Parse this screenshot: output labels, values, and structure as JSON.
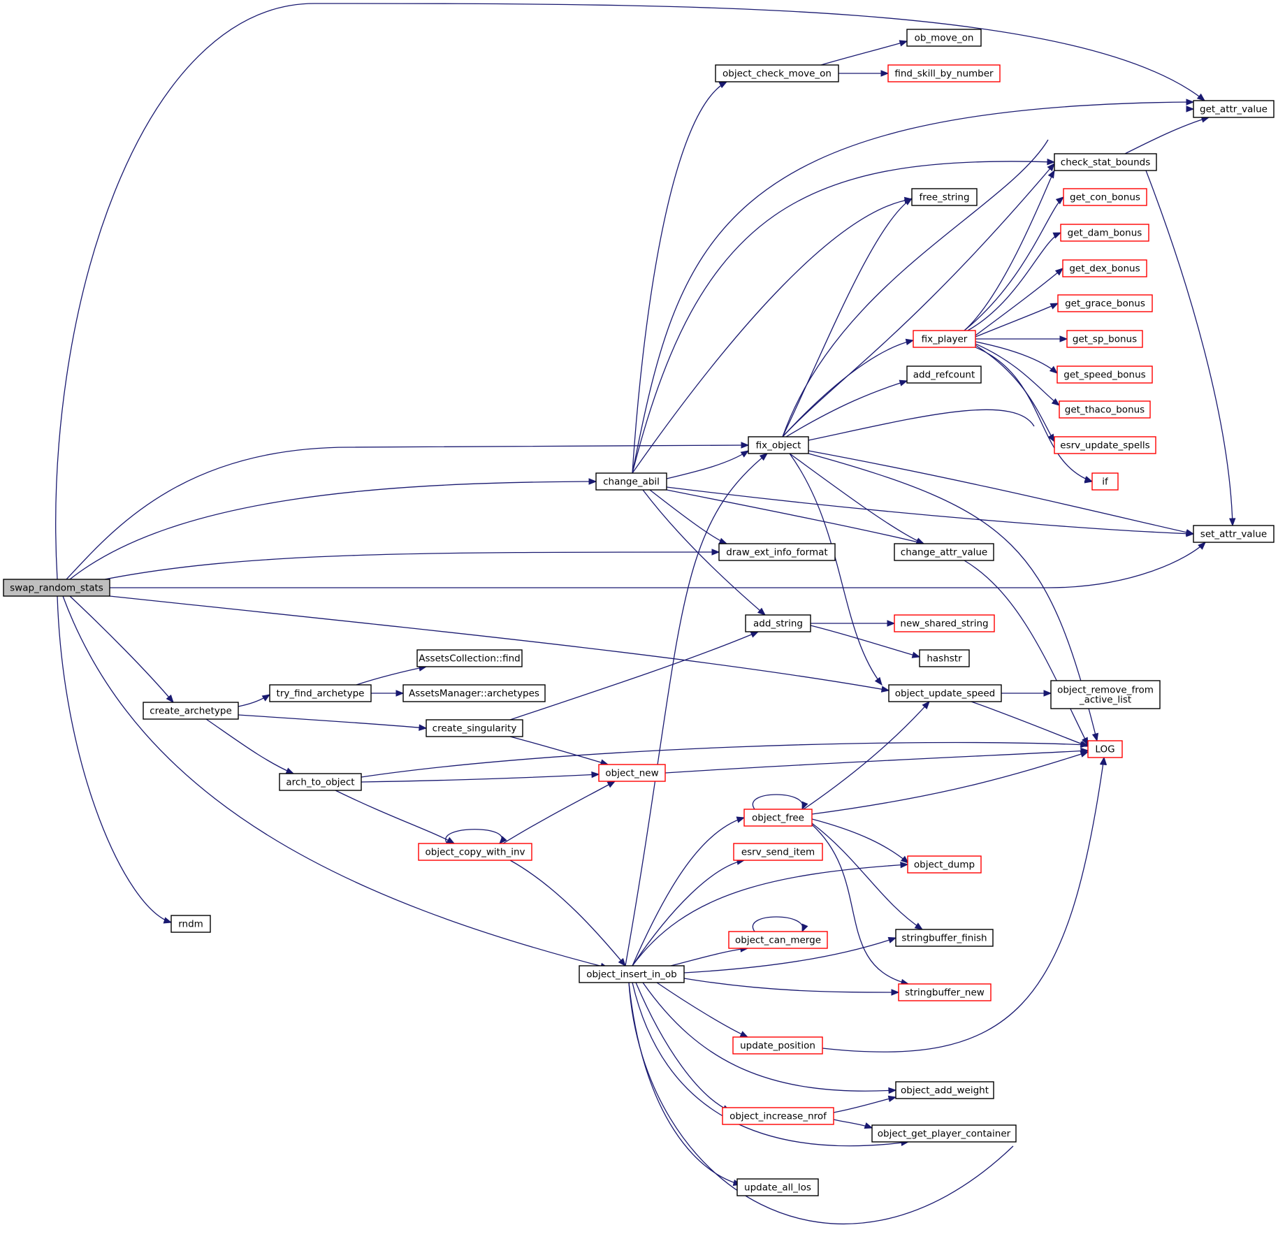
{
  "diagram": {
    "colors": {
      "edge": "#191970",
      "border_default": "#000000",
      "border_truncated": "#ff0000",
      "root_fill": "#bfbfbf"
    },
    "nodes": [
      {
        "id": "swap_random_stats",
        "label": "swap_random_stats",
        "style": "root"
      },
      {
        "id": "get_attr_value",
        "label": "get_attr_value",
        "style": "black"
      },
      {
        "id": "fix_object",
        "label": "fix_object",
        "style": "black"
      },
      {
        "id": "change_abil",
        "label": "change_abil",
        "style": "black"
      },
      {
        "id": "draw_ext_info_format",
        "label": "draw_ext_info_format",
        "style": "black"
      },
      {
        "id": "set_attr_value",
        "label": "set_attr_value",
        "style": "black"
      },
      {
        "id": "object_update_speed",
        "label": "object_update_speed",
        "style": "black"
      },
      {
        "id": "create_archetype",
        "label": "create_archetype",
        "style": "black"
      },
      {
        "id": "object_insert_in_ob",
        "label": "object_insert_in_ob",
        "style": "black"
      },
      {
        "id": "rndm",
        "label": "rndm",
        "style": "black"
      },
      {
        "id": "object_check_move_on",
        "label": "object_check_move_on",
        "style": "black"
      },
      {
        "id": "ob_move_on",
        "label": "ob_move_on",
        "style": "black"
      },
      {
        "id": "find_skill_by_number",
        "label": "find_skill_by_number",
        "style": "red"
      },
      {
        "id": "check_stat_bounds",
        "label": "check_stat_bounds",
        "style": "black"
      },
      {
        "id": "free_string",
        "label": "free_string",
        "style": "black"
      },
      {
        "id": "fix_player",
        "label": "fix_player",
        "style": "red"
      },
      {
        "id": "get_con_bonus",
        "label": "get_con_bonus",
        "style": "red"
      },
      {
        "id": "get_dam_bonus",
        "label": "get_dam_bonus",
        "style": "red"
      },
      {
        "id": "get_dex_bonus",
        "label": "get_dex_bonus",
        "style": "red"
      },
      {
        "id": "get_grace_bonus",
        "label": "get_grace_bonus",
        "style": "red"
      },
      {
        "id": "get_sp_bonus",
        "label": "get_sp_bonus",
        "style": "red"
      },
      {
        "id": "get_speed_bonus",
        "label": "get_speed_bonus",
        "style": "red"
      },
      {
        "id": "get_thaco_bonus",
        "label": "get_thaco_bonus",
        "style": "red"
      },
      {
        "id": "esrv_update_spells",
        "label": "esrv_update_spells",
        "style": "red"
      },
      {
        "id": "if",
        "label": "if",
        "style": "red"
      },
      {
        "id": "add_refcount",
        "label": "add_refcount",
        "style": "black"
      },
      {
        "id": "change_attr_value",
        "label": "change_attr_value",
        "style": "black"
      },
      {
        "id": "add_string",
        "label": "add_string",
        "style": "black"
      },
      {
        "id": "new_shared_string",
        "label": "new_shared_string",
        "style": "red"
      },
      {
        "id": "hashstr",
        "label": "hashstr",
        "style": "black"
      },
      {
        "id": "object_remove_from_active_list",
        "label": "object_remove_from\n_active_list",
        "style": "black"
      },
      {
        "id": "LOG",
        "label": "LOG",
        "style": "red"
      },
      {
        "id": "AssetsCollection_find",
        "label": "AssetsCollection::find",
        "style": "black"
      },
      {
        "id": "try_find_archetype",
        "label": "try_find_archetype",
        "style": "black"
      },
      {
        "id": "AssetsManager_archetypes",
        "label": "AssetsManager::archetypes",
        "style": "black"
      },
      {
        "id": "create_singularity",
        "label": "create_singularity",
        "style": "black"
      },
      {
        "id": "arch_to_object",
        "label": "arch_to_object",
        "style": "black"
      },
      {
        "id": "object_new",
        "label": "object_new",
        "style": "red"
      },
      {
        "id": "object_copy_with_inv",
        "label": "object_copy_with_inv",
        "style": "red"
      },
      {
        "id": "object_free",
        "label": "object_free",
        "style": "red"
      },
      {
        "id": "esrv_send_item",
        "label": "esrv_send_item",
        "style": "red"
      },
      {
        "id": "object_dump",
        "label": "object_dump",
        "style": "red"
      },
      {
        "id": "object_can_merge",
        "label": "object_can_merge",
        "style": "red"
      },
      {
        "id": "stringbuffer_finish",
        "label": "stringbuffer_finish",
        "style": "black"
      },
      {
        "id": "stringbuffer_new",
        "label": "stringbuffer_new",
        "style": "red"
      },
      {
        "id": "update_position",
        "label": "update_position",
        "style": "red"
      },
      {
        "id": "object_add_weight",
        "label": "object_add_weight",
        "style": "black"
      },
      {
        "id": "object_increase_nrof",
        "label": "object_increase_nrof",
        "style": "red"
      },
      {
        "id": "object_get_player_container",
        "label": "object_get_player_container",
        "style": "black"
      },
      {
        "id": "update_all_los",
        "label": "update_all_los",
        "style": "black"
      }
    ],
    "edges": [
      [
        "swap_random_stats",
        "get_attr_value"
      ],
      [
        "swap_random_stats",
        "fix_object"
      ],
      [
        "swap_random_stats",
        "change_abil"
      ],
      [
        "swap_random_stats",
        "draw_ext_info_format"
      ],
      [
        "swap_random_stats",
        "set_attr_value"
      ],
      [
        "swap_random_stats",
        "object_update_speed"
      ],
      [
        "swap_random_stats",
        "create_archetype"
      ],
      [
        "swap_random_stats",
        "object_insert_in_ob"
      ],
      [
        "swap_random_stats",
        "rndm"
      ],
      [
        "change_abil",
        "object_check_move_on"
      ],
      [
        "change_abil",
        "get_attr_value"
      ],
      [
        "change_abil",
        "check_stat_bounds"
      ],
      [
        "change_abil",
        "free_string"
      ],
      [
        "change_abil",
        "fix_object"
      ],
      [
        "change_abil",
        "set_attr_value"
      ],
      [
        "change_abil",
        "draw_ext_info_format"
      ],
      [
        "change_abil",
        "change_attr_value"
      ],
      [
        "change_abil",
        "add_string"
      ],
      [
        "object_check_move_on",
        "ob_move_on"
      ],
      [
        "object_check_move_on",
        "find_skill_by_number"
      ],
      [
        "check_stat_bounds",
        "get_attr_value"
      ],
      [
        "check_stat_bounds",
        "set_attr_value"
      ],
      [
        "fix_object",
        "get_attr_value"
      ],
      [
        "fix_object",
        "check_stat_bounds"
      ],
      [
        "fix_object",
        "free_string"
      ],
      [
        "fix_object",
        "fix_player"
      ],
      [
        "fix_object",
        "add_refcount"
      ],
      [
        "fix_object",
        "if"
      ],
      [
        "fix_object",
        "set_attr_value"
      ],
      [
        "fix_object",
        "change_attr_value"
      ],
      [
        "fix_object",
        "LOG"
      ],
      [
        "fix_object",
        "object_update_speed"
      ],
      [
        "fix_player",
        "check_stat_bounds"
      ],
      [
        "fix_player",
        "get_con_bonus"
      ],
      [
        "fix_player",
        "get_dam_bonus"
      ],
      [
        "fix_player",
        "get_dex_bonus"
      ],
      [
        "fix_player",
        "get_grace_bonus"
      ],
      [
        "fix_player",
        "get_sp_bonus"
      ],
      [
        "fix_player",
        "get_speed_bonus"
      ],
      [
        "fix_player",
        "get_thaco_bonus"
      ],
      [
        "fix_player",
        "esrv_update_spells"
      ],
      [
        "fix_player",
        "if"
      ],
      [
        "change_attr_value",
        "LOG"
      ],
      [
        "add_string",
        "new_shared_string"
      ],
      [
        "add_string",
        "hashstr"
      ],
      [
        "object_update_speed",
        "object_remove_from_active_list"
      ],
      [
        "object_update_speed",
        "LOG"
      ],
      [
        "create_archetype",
        "try_find_archetype"
      ],
      [
        "create_archetype",
        "create_singularity"
      ],
      [
        "create_archetype",
        "arch_to_object"
      ],
      [
        "try_find_archetype",
        "AssetsCollection_find"
      ],
      [
        "try_find_archetype",
        "AssetsManager_archetypes"
      ],
      [
        "create_singularity",
        "add_string"
      ],
      [
        "create_singularity",
        "object_new"
      ],
      [
        "arch_to_object",
        "LOG"
      ],
      [
        "arch_to_object",
        "object_new"
      ],
      [
        "arch_to_object",
        "object_copy_with_inv"
      ],
      [
        "object_new",
        "LOG"
      ],
      [
        "object_copy_with_inv",
        "object_copy_with_inv"
      ],
      [
        "object_copy_with_inv",
        "object_new"
      ],
      [
        "object_copy_with_inv",
        "object_insert_in_ob"
      ],
      [
        "object_insert_in_ob",
        "fix_object"
      ],
      [
        "object_insert_in_ob",
        "object_free"
      ],
      [
        "object_insert_in_ob",
        "esrv_send_item"
      ],
      [
        "object_insert_in_ob",
        "object_dump"
      ],
      [
        "object_insert_in_ob",
        "object_can_merge"
      ],
      [
        "object_insert_in_ob",
        "stringbuffer_finish"
      ],
      [
        "object_insert_in_ob",
        "stringbuffer_new"
      ],
      [
        "object_insert_in_ob",
        "update_position"
      ],
      [
        "object_insert_in_ob",
        "object_add_weight"
      ],
      [
        "object_insert_in_ob",
        "object_increase_nrof"
      ],
      [
        "object_insert_in_ob",
        "object_get_player_container"
      ],
      [
        "object_insert_in_ob",
        "update_all_los"
      ],
      [
        "object_insert_in_ob",
        "LOG"
      ],
      [
        "object_free",
        "object_free"
      ],
      [
        "object_free",
        "object_update_speed"
      ],
      [
        "object_free",
        "LOG"
      ],
      [
        "object_free",
        "object_dump"
      ],
      [
        "object_free",
        "stringbuffer_finish"
      ],
      [
        "object_free",
        "stringbuffer_new"
      ],
      [
        "object_can_merge",
        "object_can_merge"
      ],
      [
        "update_position",
        "LOG"
      ],
      [
        "object_increase_nrof",
        "object_add_weight"
      ],
      [
        "object_increase_nrof",
        "object_get_player_container"
      ]
    ]
  }
}
